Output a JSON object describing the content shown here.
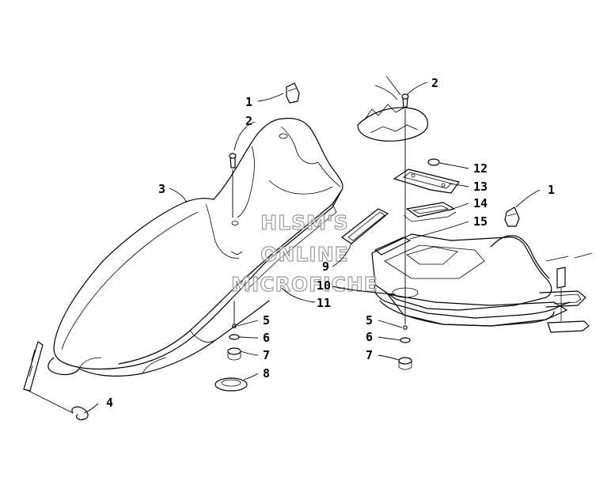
{
  "watermark": {
    "line1": "HLSM'S",
    "line2": "ONLINE",
    "line3": "MICROFICHE"
  },
  "callouts": [
    {
      "id": "c1a",
      "label": "1"
    },
    {
      "id": "c2a",
      "label": "2"
    },
    {
      "id": "c3",
      "label": "3"
    },
    {
      "id": "c4",
      "label": "4"
    },
    {
      "id": "c5a",
      "label": "5"
    },
    {
      "id": "c6a",
      "label": "6"
    },
    {
      "id": "c7a",
      "label": "7"
    },
    {
      "id": "c8",
      "label": "8"
    },
    {
      "id": "c9",
      "label": "9"
    },
    {
      "id": "c10",
      "label": "10"
    },
    {
      "id": "c11",
      "label": "11"
    },
    {
      "id": "c2b",
      "label": "2"
    },
    {
      "id": "c12",
      "label": "12"
    },
    {
      "id": "c13",
      "label": "13"
    },
    {
      "id": "c14",
      "label": "14"
    },
    {
      "id": "c15",
      "label": "15"
    },
    {
      "id": "c1b",
      "label": "1"
    },
    {
      "id": "c5b",
      "label": "5"
    },
    {
      "id": "c6b",
      "label": "6"
    },
    {
      "id": "c7b",
      "label": "7"
    }
  ]
}
